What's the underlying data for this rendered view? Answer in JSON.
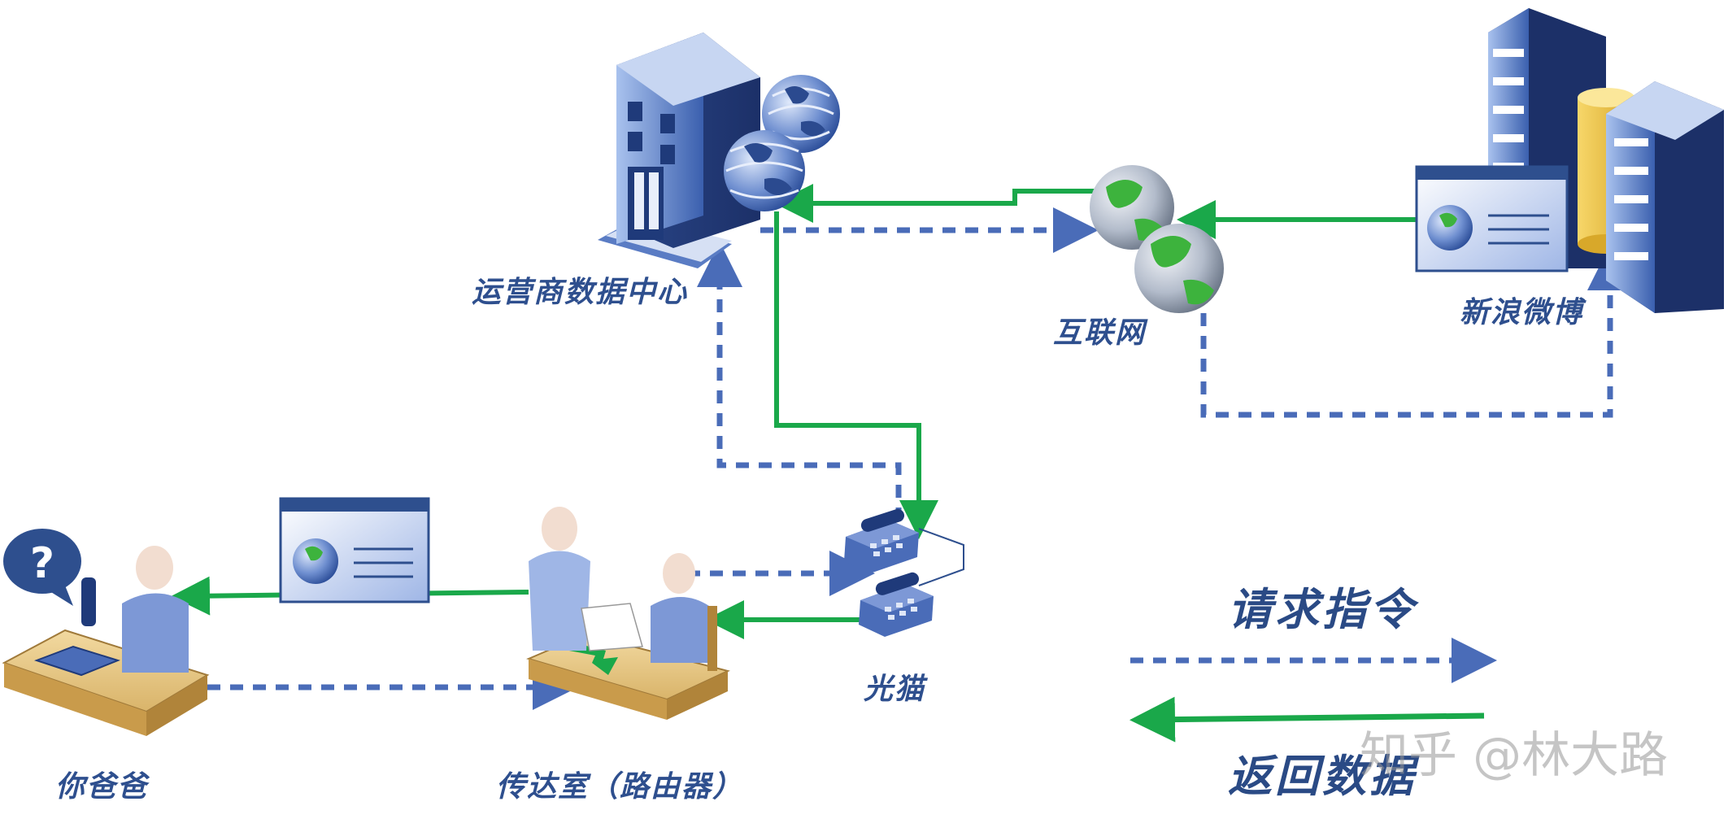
{
  "nodes": {
    "datacenter": "运营商数据中心",
    "internet": "互联网",
    "sina": "新浪微博",
    "modem": "光猫",
    "father": "你爸爸",
    "router": "传达室（路由器）"
  },
  "legend": {
    "request": "请求指令",
    "response": "返回数据"
  },
  "colors": {
    "request_line": "#4a6cb8",
    "response_line": "#1aa84a",
    "label_text": "#2e4f8e"
  },
  "watermark": "知乎 @林大路"
}
